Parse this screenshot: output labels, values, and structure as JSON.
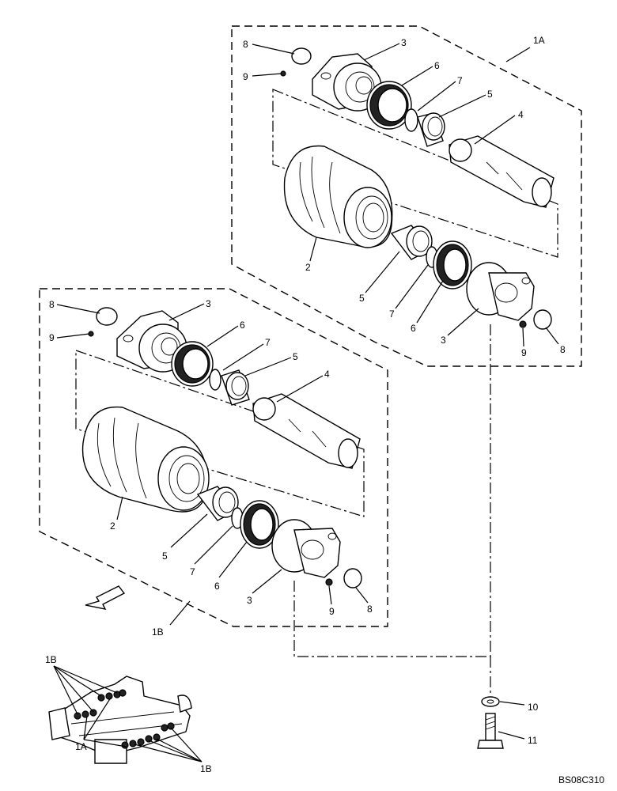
{
  "diagram": {
    "drawing_code": "BS08C310",
    "assemblies": {
      "upper": "1A",
      "lower": "1B"
    },
    "upper_labels": {
      "p8_top": "8",
      "p9_top": "9",
      "p3_top": "3",
      "p6_top": "6",
      "p7_top": "7",
      "p5_top": "5",
      "p4": "4",
      "p2": "2",
      "p5_bot": "5",
      "p7_bot": "7",
      "p6_bot": "6",
      "p3_bot": "3",
      "p9_bot": "9",
      "p8_bot": "8"
    },
    "lower_labels": {
      "p8_top": "8",
      "p9_top": "9",
      "p3_top": "3",
      "p6_top": "6",
      "p7_top": "7",
      "p5_top": "5",
      "p4": "4",
      "p2": "2",
      "p5_bot": "5",
      "p7_bot": "7",
      "p6_bot": "6",
      "p3_bot": "3",
      "p9_bot": "9",
      "p8_bot": "8"
    },
    "hardware_labels": {
      "washer": "10",
      "bolt": "11"
    },
    "inset_labels": {
      "top": "1B",
      "mid": "1A",
      "bottom": "1B"
    }
  }
}
